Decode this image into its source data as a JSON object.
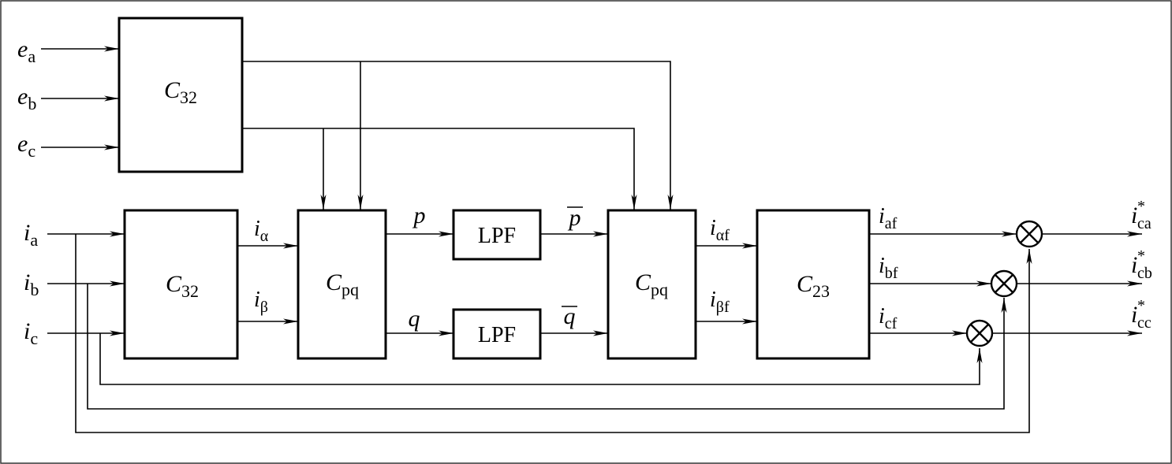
{
  "blocks": {
    "c32_top": {
      "sym": "C",
      "sub": "32"
    },
    "c32_bottom": {
      "sym": "C",
      "sub": "32"
    },
    "cpq_1": {
      "sym": "C",
      "sub": "pq"
    },
    "lpf_p": "LPF",
    "lpf_q": "LPF",
    "cpq_2": {
      "sym": "C",
      "sub": "pq"
    },
    "c23": {
      "sym": "C",
      "sub": "23"
    }
  },
  "inputs": {
    "ea": {
      "sym": "e",
      "sub": "a"
    },
    "eb": {
      "sym": "e",
      "sub": "b"
    },
    "ec": {
      "sym": "e",
      "sub": "c"
    },
    "ia": {
      "sym": "i",
      "sub": "a"
    },
    "ib": {
      "sym": "i",
      "sub": "b"
    },
    "ic": {
      "sym": "i",
      "sub": "c"
    }
  },
  "signals": {
    "i_alpha": {
      "sym": "i",
      "sub": "α"
    },
    "i_beta": {
      "sym": "i",
      "sub": "β"
    },
    "p": "p",
    "q": "q",
    "p_bar": "p",
    "q_bar": "q",
    "i_alpha_f": {
      "sym": "i",
      "sub": "αf"
    },
    "i_beta_f": {
      "sym": "i",
      "sub": "βf"
    },
    "i_af": {
      "sym": "i",
      "sub": "af"
    },
    "i_bf": {
      "sym": "i",
      "sub": "bf"
    },
    "i_cf": {
      "sym": "i",
      "sub": "cf"
    }
  },
  "outputs": {
    "ica": {
      "sym": "i",
      "sup": "*",
      "sub": "ca"
    },
    "icb": {
      "sym": "i",
      "sup": "*",
      "sub": "cb"
    },
    "icc": {
      "sym": "i",
      "sup": "*",
      "sub": "cc"
    }
  }
}
